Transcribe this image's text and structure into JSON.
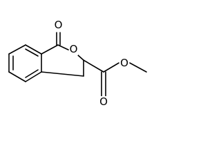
{
  "structure": {
    "atom_labels": {
      "carbonyl_oxygen_top": "O",
      "ring_oxygen": "O",
      "ester_carbonyl_oxygen": "O",
      "ester_oxygen": "O"
    },
    "colors": {
      "bond": "#000000",
      "background": "#ffffff"
    }
  }
}
